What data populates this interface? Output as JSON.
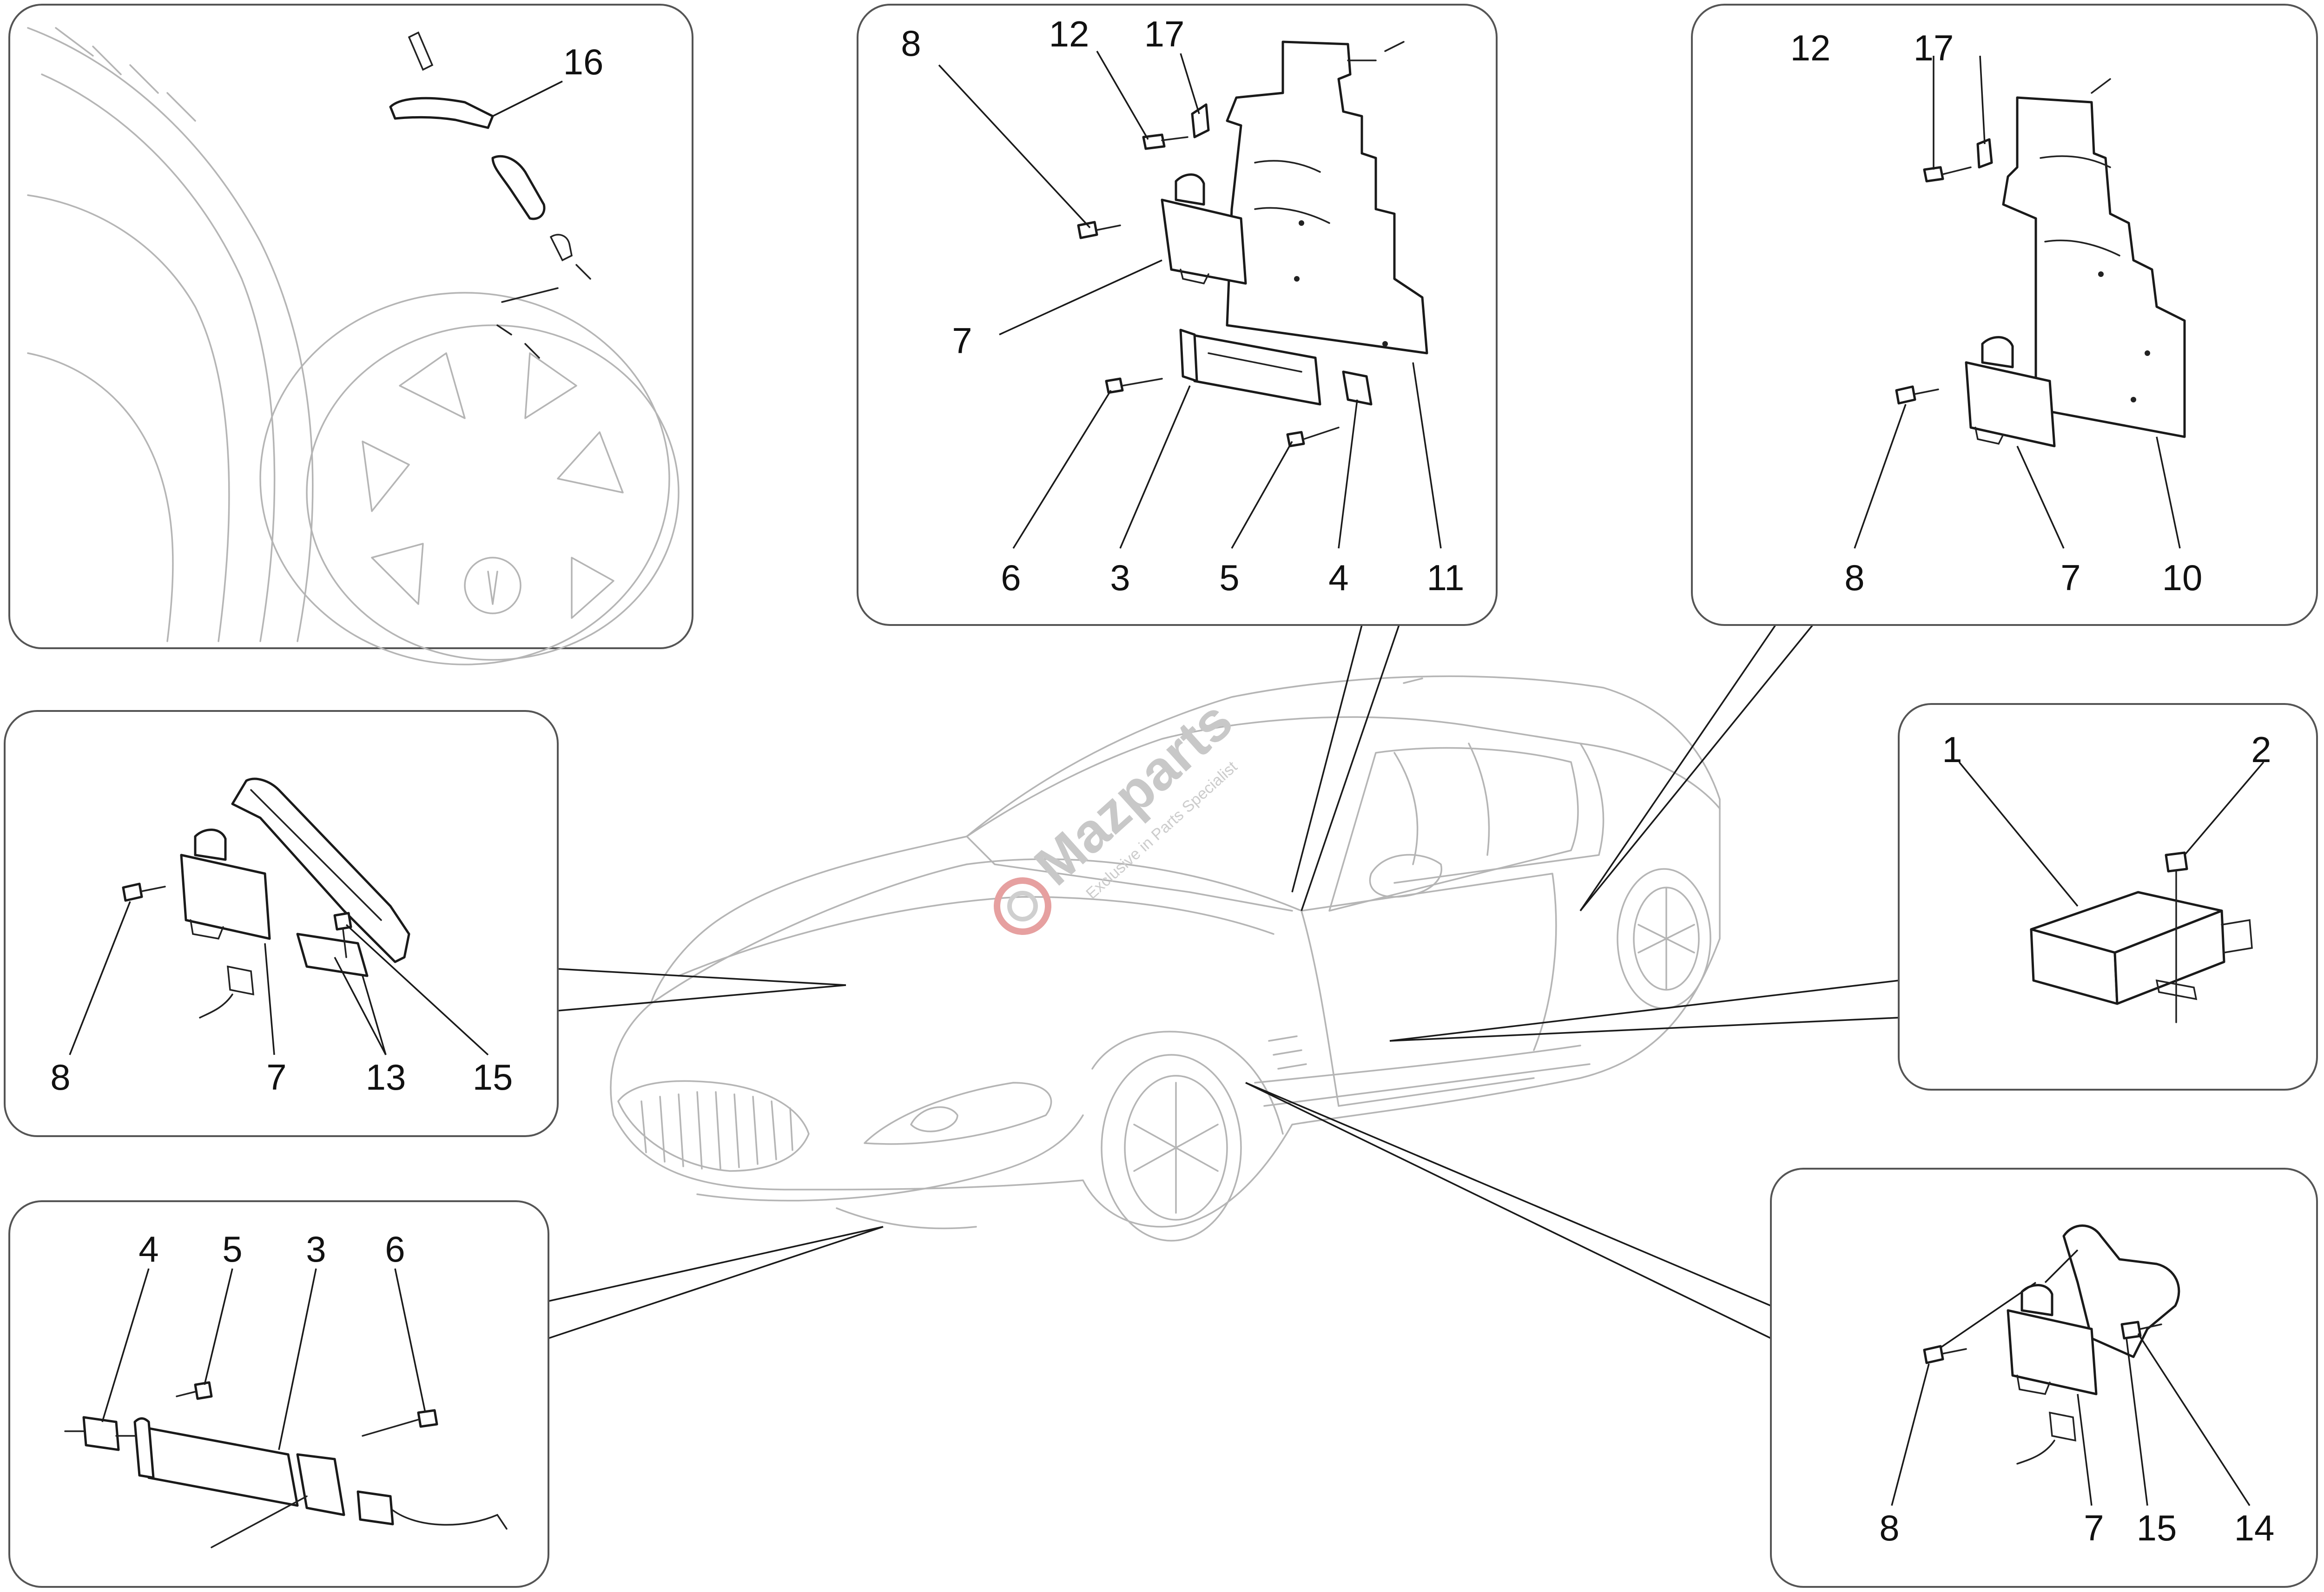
{
  "watermark": {
    "brand": "Mazparts",
    "tagline": "Exclusive in Parts Specialist"
  },
  "panels": {
    "wheel": {
      "callouts": [
        "16"
      ]
    },
    "upper_center": {
      "callouts": [
        "8",
        "12",
        "17",
        "7",
        "6",
        "3",
        "5",
        "4",
        "11"
      ]
    },
    "upper_right": {
      "callouts": [
        "12",
        "17",
        "8",
        "7",
        "10"
      ]
    },
    "middle_left": {
      "callouts": [
        "8",
        "7",
        "13",
        "15"
      ]
    },
    "middle_right": {
      "callouts": [
        "1",
        "2"
      ]
    },
    "lower_left": {
      "callouts": [
        "4",
        "5",
        "3",
        "6"
      ]
    },
    "lower_right": {
      "callouts": [
        "8",
        "7",
        "15",
        "14"
      ]
    }
  }
}
